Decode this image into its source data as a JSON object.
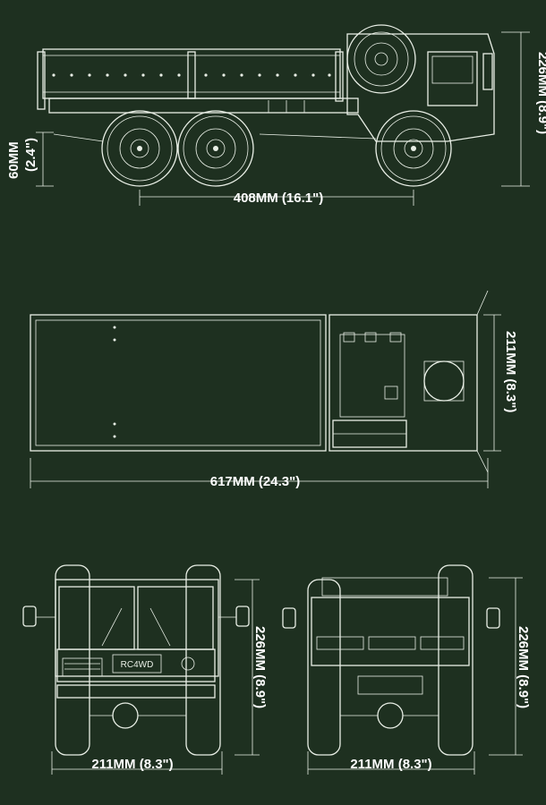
{
  "side_view": {
    "length_label": "408MM (16.1\")",
    "height_label": "226MM (8.9\")",
    "clearance_label_mm": "60MM",
    "clearance_label_in": "(2.4\")"
  },
  "top_view": {
    "length_label": "617MM (24.3\")",
    "width_label": "211MM (8.3\")"
  },
  "front_view": {
    "width_label": "211MM (8.3\")",
    "height_label": "226MM (8.9\")",
    "grille_badge": "RC4WD"
  },
  "rear_view": {
    "width_label": "211MM (8.3\")",
    "height_label": "226MM (8.9\")"
  },
  "colors": {
    "background": "#1e3020",
    "line": "#e9efe6"
  }
}
